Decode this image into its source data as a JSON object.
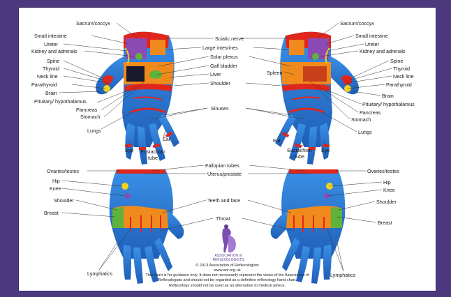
{
  "labels": {
    "top_left": {
      "sacrum": "Sacrum/coccyx",
      "small_intestine": "Small intestine",
      "ureter": "Ureter",
      "kidney": "Kidney and adrenals",
      "spine": "Spine",
      "thyroid": "Thyroid",
      "neck_line": "Neck line",
      "parathyroid": "Parathyroid",
      "brain": "Brain",
      "pituitary": "Pituitary/ hypothalamus",
      "pancreas": "Pancreas",
      "stomach": "Stomach",
      "lungs": "Lungs",
      "eye": "Eye",
      "eustachian": "Eustachian tube",
      "ear": "Ear"
    },
    "center": {
      "sciatic": "Sciatic nerve",
      "large_intestines": "Large intestines",
      "solar_plexus": "Solar plexus",
      "gall_bladder": "Gall bladder",
      "liver": "Liver",
      "spleen": "Spleen",
      "shoulder": "Shoulder",
      "sinuses": "Sinuses"
    },
    "top_right": {
      "sacrum": "Sacrum/coccyx",
      "small_intestine": "Small intestine",
      "ureter": "Ureter",
      "kidney": "Kidney and adrenals",
      "spine": "Spine",
      "thyroid": "Thyroid",
      "neck_line": "Neck line",
      "parathyroid": "Parathyroid",
      "brain": "Brain",
      "pituitary": "Pituitary/ hypothalamus",
      "pancreas": "Pancreas",
      "stomach": "Stomach",
      "lungs": "Lungs",
      "ear": "Ear",
      "eustachian": "Eustachian tube",
      "eye": "Eye"
    },
    "bottom": {
      "fallopian": "Fallopian tubes",
      "uterus": "Uterus/prostate",
      "ovaries_l": "Ovaries/testes",
      "hip_l": "Hip",
      "knee_l": "Knee",
      "shoulder_l": "Shoulder",
      "breast_l": "Breast",
      "teeth": "Teeth and face",
      "throat": "Throat",
      "ovaries_r": "Ovaries/testes",
      "hip_r": "Hip",
      "knee_r": "Knee",
      "shoulder_r": "Shoulder",
      "breast_r": "Breast",
      "lymphatics_l": "Lymphatics",
      "lymphatics_r": "Lymphatics"
    }
  },
  "logo": {
    "line1": "ASSOCIATION of",
    "line2": "REFLEXOLOGISTS"
  },
  "footer": {
    "copyright": "© 2013 Association of Reflexologists",
    "website": "www.aor.org.uk",
    "disclaimer1": "This chart is for guidance only. It does not necessarily represent the views of the Association of",
    "disclaimer2": "Reflexologists and should not be regarded as a definitive reflexology hand chart.",
    "disclaimer3": "Reflexology should not be used as an alternative to medical advice."
  },
  "colors": {
    "background": "#4d3a7e",
    "hand_blue": "#2f7fd6",
    "zone_red": "#e0261c",
    "zone_orange": "#f08a1c",
    "zone_yellow": "#f2d21a",
    "zone_purple": "#8c4bb4",
    "zone_green": "#5fb23a"
  }
}
